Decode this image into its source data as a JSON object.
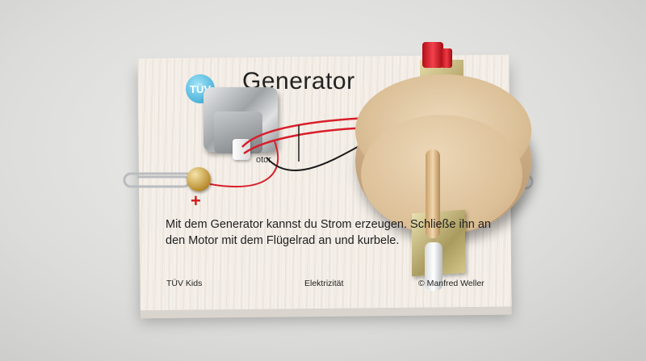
{
  "title": "Generator",
  "logo_text": "TÜV",
  "motor_label": "otor",
  "description": "Mit dem Generator kannst du Strom erzeugen. Schließe ihn an den Motor mit dem Flügelrad an und kurbele.",
  "footer": {
    "left": "TÜV Kids",
    "center": "Elektrizität",
    "right": "© Manfred Weller"
  },
  "terminal_symbol": "+",
  "colors": {
    "wire_red": "#d81e2a",
    "wire_black": "#1c1c1c",
    "wood": "#dcc199",
    "brass": "#c8a55a"
  }
}
